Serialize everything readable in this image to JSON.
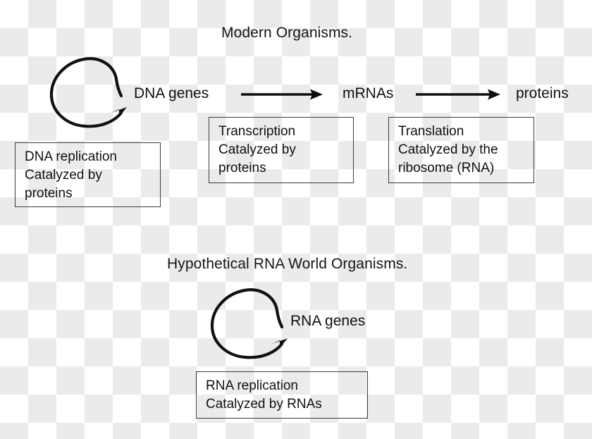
{
  "diagram": {
    "sections": [
      {
        "heading": "Modern Organisms.",
        "nodes": [
          {
            "label": "DNA genes"
          },
          {
            "label": "mRNAs"
          },
          {
            "label": "proteins"
          }
        ],
        "self_loop": {
          "icon": "circular-replication-arrow-icon",
          "target": "DNA genes"
        },
        "arrows": [
          {
            "icon": "right-arrow-icon",
            "from": "DNA genes",
            "to": "mRNAs"
          },
          {
            "icon": "right-arrow-icon",
            "from": "mRNAs",
            "to": "proteins"
          }
        ],
        "captions": [
          {
            "name": "dna-replication-caption",
            "lines": [
              "DNA replication",
              "Catalyzed by",
              "proteins"
            ]
          },
          {
            "name": "transcription-caption",
            "lines": [
              "Transcription",
              "Catalyzed by",
              "proteins"
            ]
          },
          {
            "name": "translation-caption",
            "lines": [
              "Translation",
              "Catalyzed by the",
              "ribosome (RNA)"
            ]
          }
        ]
      },
      {
        "heading": "Hypothetical RNA World Organisms.",
        "nodes": [
          {
            "label": "RNA genes"
          }
        ],
        "self_loop": {
          "icon": "circular-replication-arrow-icon",
          "target": "RNA genes"
        },
        "arrows": [],
        "captions": [
          {
            "name": "rna-replication-caption",
            "lines": [
              "RNA replication",
              "Catalyzed by RNAs"
            ]
          }
        ]
      }
    ],
    "colors": {
      "ink": "#101010",
      "box_border": "#3a3a3a",
      "background": "transparent"
    }
  }
}
